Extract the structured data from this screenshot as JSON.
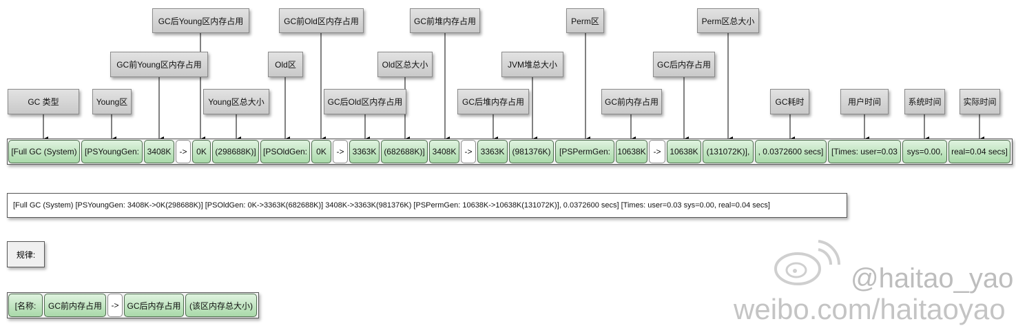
{
  "labels": {
    "gc_type": "GC 类型",
    "young_area": "Young区",
    "young_before": "GC前Young区内存占用",
    "young_after": "GC后Young区内存占用",
    "young_total": "Young区总大小",
    "old_area": "Old区",
    "old_before": "GC前Old区内存占用",
    "old_after": "GC后Old区内存占用",
    "old_total": "Old区总大小",
    "heap_before": "GC前堆内存占用",
    "heap_after": "GC后堆内存占用",
    "jvm_heap_total": "JVM堆总大小",
    "perm_area": "Perm区",
    "perm_before": "GC前内存占用",
    "perm_after": "GC后内存占用",
    "perm_total": "Perm区总大小",
    "gc_time": "GC耗时",
    "user_time": "用户时间",
    "sys_time": "系统时间",
    "real_time": "实际时间"
  },
  "segments": [
    "[Full GC (System)",
    "[PSYoungGen:",
    "3408K",
    "->",
    "0K",
    "(298688K)]",
    "[PSOldGen:",
    "0K",
    "->",
    "3363K",
    "(682688K)]",
    "3408K",
    "->",
    "3363K",
    "(981376K)",
    "[PSPermGen:",
    "10638K",
    "->",
    "10638K",
    "(131072K)],",
    ", 0.0372600 secs]",
    "[Times: user=0.03",
    "sys=0.00,",
    "real=0.04 secs]"
  ],
  "raw_log": "[Full GC (System) [PSYoungGen: 3408K->0K(298688K)] [PSOldGen: 0K->3363K(682688K)] 3408K->3363K(981376K) [PSPermGen: 10638K->10638K(131072K)], 0.0372600 secs] [Times: user=0.03 sys=0.00, real=0.04 secs]",
  "rule": {
    "title": "规律:",
    "segments": [
      "[名称:",
      "GC前内存占用",
      "->",
      "GC后内存占用",
      "(该区内存总大小)"
    ]
  },
  "watermark": {
    "handle": "@haitao_yao",
    "url": "weibo.com/haitaoyao"
  },
  "colors": {
    "segment_fill_top": "#dff3df",
    "segment_fill_bottom": "#a9d9a9",
    "label_fill": "#d4d4d4",
    "connector": "#000000"
  }
}
